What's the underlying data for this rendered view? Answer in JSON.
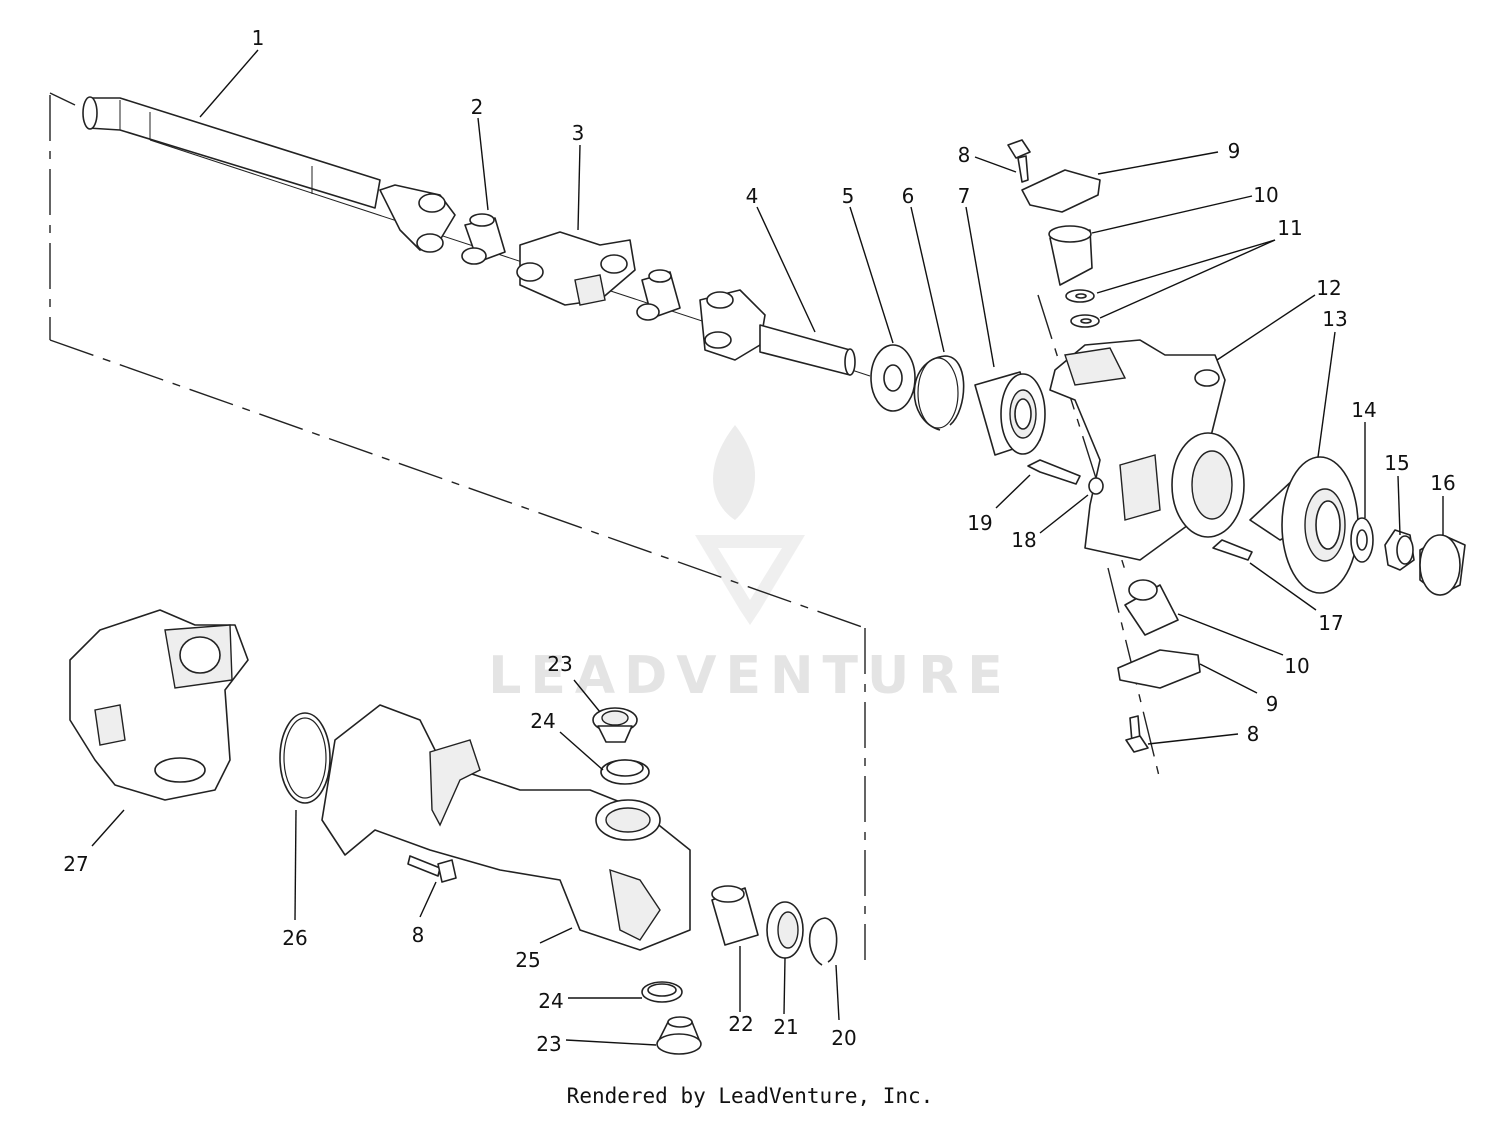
{
  "diagram": {
    "callouts": [
      {
        "id": "c1",
        "label": "1"
      },
      {
        "id": "c2",
        "label": "2"
      },
      {
        "id": "c3",
        "label": "3"
      },
      {
        "id": "c4",
        "label": "4"
      },
      {
        "id": "c5",
        "label": "5"
      },
      {
        "id": "c6",
        "label": "6"
      },
      {
        "id": "c7",
        "label": "7"
      },
      {
        "id": "c8a",
        "label": "8"
      },
      {
        "id": "c9a",
        "label": "9"
      },
      {
        "id": "c10a",
        "label": "10"
      },
      {
        "id": "c11",
        "label": "11"
      },
      {
        "id": "c12",
        "label": "12"
      },
      {
        "id": "c13",
        "label": "13"
      },
      {
        "id": "c14",
        "label": "14"
      },
      {
        "id": "c15",
        "label": "15"
      },
      {
        "id": "c16",
        "label": "16"
      },
      {
        "id": "c17",
        "label": "17"
      },
      {
        "id": "c18",
        "label": "18"
      },
      {
        "id": "c19",
        "label": "19"
      },
      {
        "id": "c10b",
        "label": "10"
      },
      {
        "id": "c9b",
        "label": "9"
      },
      {
        "id": "c8b",
        "label": "8"
      },
      {
        "id": "c23a",
        "label": "23"
      },
      {
        "id": "c24a",
        "label": "24"
      },
      {
        "id": "c27",
        "label": "27"
      },
      {
        "id": "c26",
        "label": "26"
      },
      {
        "id": "c8c",
        "label": "8"
      },
      {
        "id": "c25",
        "label": "25"
      },
      {
        "id": "c22",
        "label": "22"
      },
      {
        "id": "c21",
        "label": "21"
      },
      {
        "id": "c20",
        "label": "20"
      },
      {
        "id": "c24b",
        "label": "24"
      },
      {
        "id": "c23b",
        "label": "23"
      }
    ]
  },
  "watermark": {
    "text": "LEADVENTURE"
  },
  "footer": {
    "text": "Rendered by LeadVenture, Inc."
  }
}
